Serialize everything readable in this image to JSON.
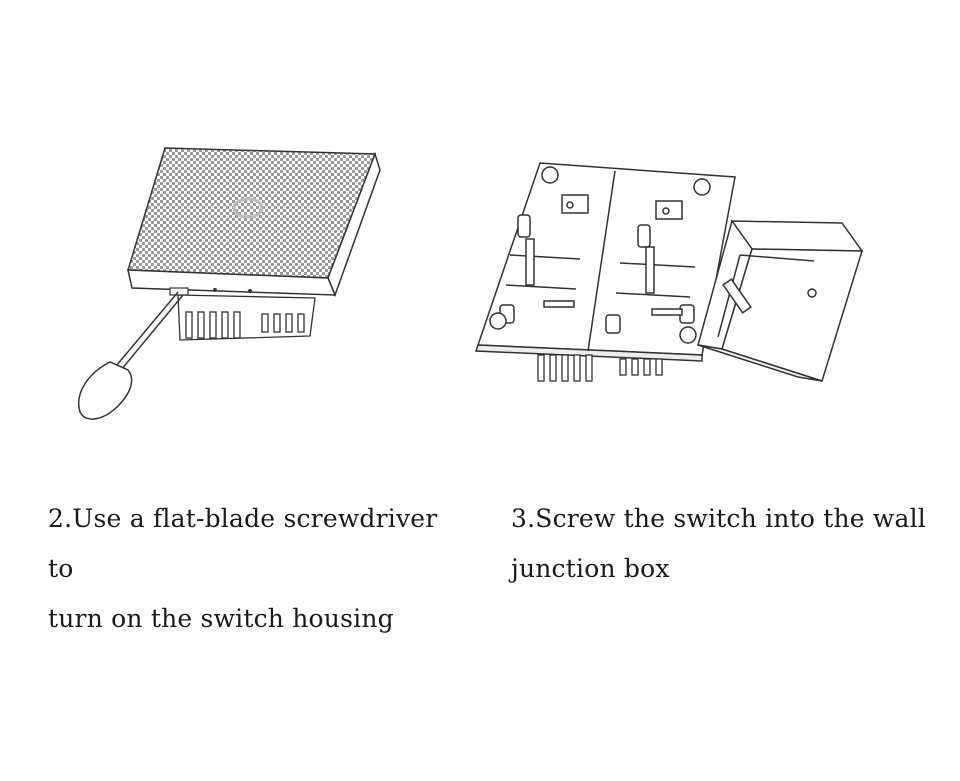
{
  "steps": [
    {
      "caption_line1": "2.Use a flat-blade screwdriver to",
      "caption_line2": "turn on the switch housing",
      "illustration": "screwdriver-opening-switch"
    },
    {
      "caption_line1": "3.Screw the switch into the wall",
      "caption_line2": "junction box",
      "illustration": "switch-base-and-junction-box"
    }
  ]
}
